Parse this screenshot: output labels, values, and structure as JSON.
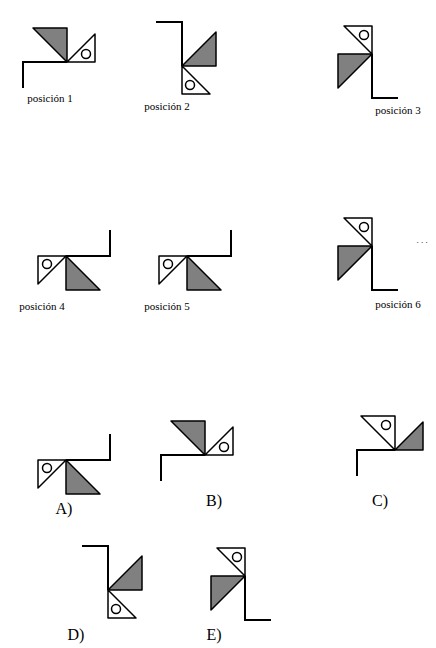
{
  "diagram": {
    "labels": [
      "posición 1",
      "posición 2",
      "posición 3",
      "posición 4",
      "posición 5",
      "posición 6",
      ". . .",
      "A)",
      "B)",
      "C)",
      "D)",
      "E)"
    ]
  }
}
